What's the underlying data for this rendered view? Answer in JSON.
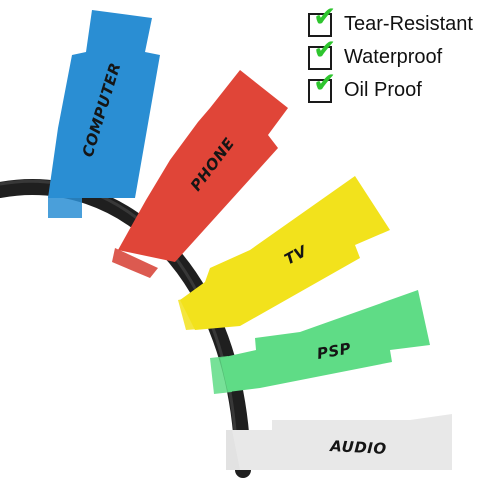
{
  "features": [
    {
      "label": "Tear-Resistant",
      "icon": "green-check-icon"
    },
    {
      "label": "Waterproof",
      "icon": "green-check-icon"
    },
    {
      "label": "Oil Proof",
      "icon": "green-check-icon"
    }
  ],
  "labels": [
    {
      "text": "COMPUTER",
      "color": "#2a8ed3"
    },
    {
      "text": "PHONE",
      "color": "#e04538"
    },
    {
      "text": "TV",
      "color": "#f2e21c"
    },
    {
      "text": "PSP",
      "color": "#5fdc86"
    },
    {
      "text": "AUDIO",
      "color": "#e8e8e8"
    }
  ],
  "colors": {
    "cable": "#1f1f1f",
    "check": "#2ec52e"
  }
}
